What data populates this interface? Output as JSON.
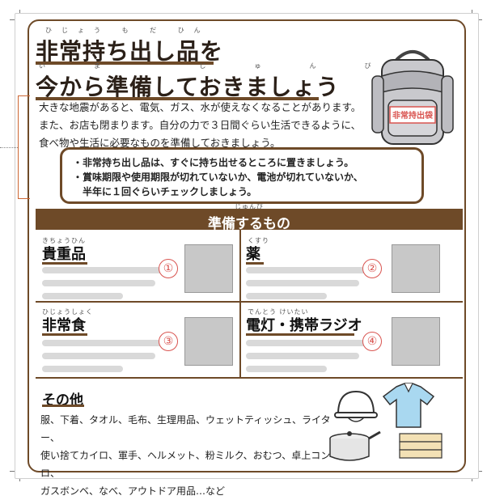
{
  "title": {
    "line1": "非常持ち出し品を",
    "line2": "今から準備しておきましょう",
    "ruby_line1": "ひじょう も だ ひん",
    "ruby_line2": "いま じゅんび"
  },
  "intro": {
    "lines": [
      "大きな地震があると、電気、ガス、水が使えなくなることがあります。",
      "また、お店も閉まります。自分の力で３日間ぐらい生活できるように、",
      "食べ物や生活に必要なものを準備しておきましょう。"
    ]
  },
  "notes": [
    "・非常持ち出し品は、すぐに持ち出せるところに置きましょう。",
    "・賞味期限や使用期限が切れていないか、電池が切れていないか、",
    "　半年に１回ぐらいチェックしましょう。"
  ],
  "backpack_tag": "非常持出袋",
  "section": {
    "ruby": "じゅんび",
    "title": "準備するもの"
  },
  "cells": [
    {
      "ruby": "きちょうひん",
      "title": "貴重品",
      "number": "①"
    },
    {
      "ruby": "くすり",
      "title": "薬",
      "number": "②"
    },
    {
      "ruby": "ひじょうしょく",
      "title": "非常食",
      "number": "③"
    },
    {
      "ruby": "でんとう けいたい",
      "title": "電灯・携帯ラジオ",
      "number": "④"
    }
  ],
  "other": {
    "title": "その他",
    "lines": [
      "服、下着、タオル、毛布、生理用品、ウェットティッシュ、ライター、",
      "使い捨てカイロ、軍手、ヘルメット、粉ミルク、おむつ、卓上コンロ、",
      "ガスボンベ、なべ、アウトドア用品…など"
    ]
  }
}
